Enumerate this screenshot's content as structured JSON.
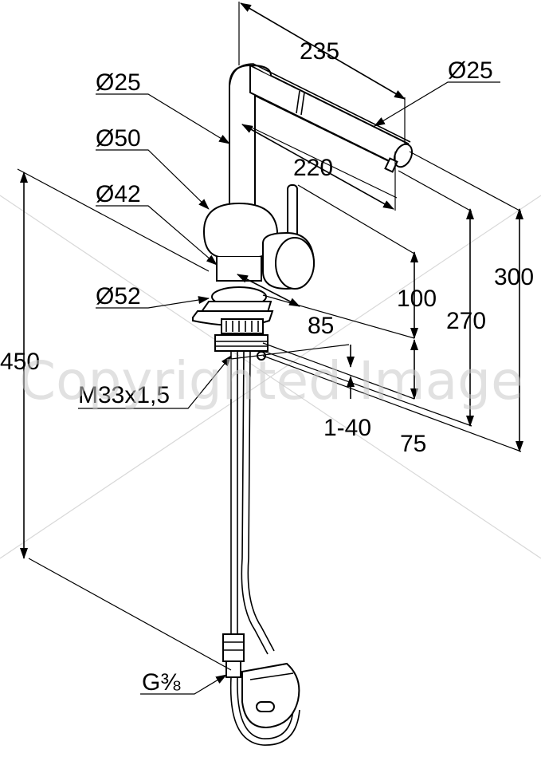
{
  "labels": {
    "d235": "235",
    "d25_top": "Ø25",
    "d25_left": "Ø25",
    "d50": "Ø50",
    "d220": "220",
    "d42": "Ø42",
    "d300": "300",
    "d100": "100",
    "d270": "270",
    "d52": "Ø52",
    "d85": "85",
    "d450": "450",
    "thread": "M33x1,5",
    "d1_40": "1-40",
    "d75": "75",
    "g38": "G⅜"
  },
  "watermark": "Copyrighted Image",
  "colors": {
    "line": "#000000",
    "watermark": "#c8c8c8"
  }
}
